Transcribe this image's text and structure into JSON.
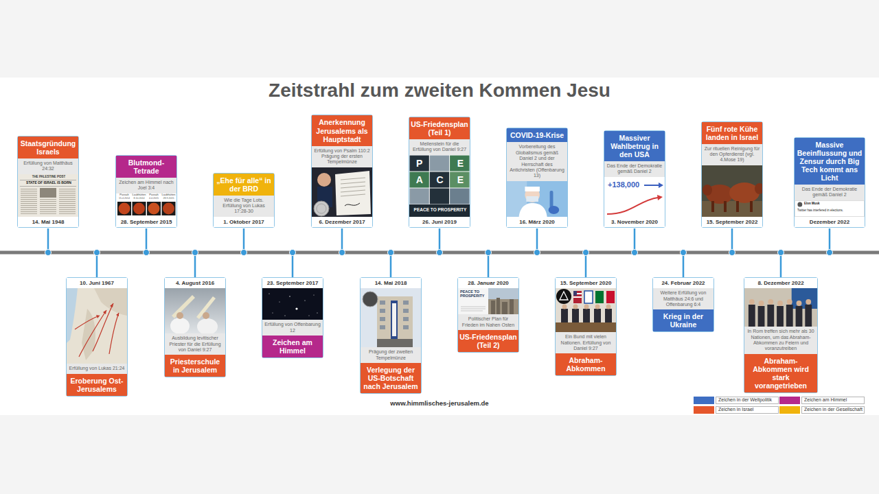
{
  "diagram": {
    "title": "Zeitstrahl zum zweiten Kommen Jesu",
    "nodes": [
      {
        "text": [
          "Erfüllung von Matthäus 24:32",
          "14. Mai 1948"
        ]
      },
      {
        "text": [
          "Staatsgründung Israels"
        ],
        "in": 0
      },
      {
        "text": [
          "10. Juni 1967",
          "Erfüllung von Lukas 21:24"
        ]
      },
      {
        "text": [
          "Eroberung Ost-Jerusalems"
        ],
        "in": 2
      },
      {
        "text": [
          "Zeichen am Himmel nach Joel 3:4",
          "28. September 2015"
        ]
      },
      {
        "text": [
          "Blutmond-Tetrade"
        ],
        "in": 4
      },
      {
        "text": [
          "4. August 2016",
          "Ausbildung levitischer Priester für die Erfüllung von Daniel 9:27"
        ]
      },
      {
        "text": [
          "Priesterschule in Jerusalem"
        ],
        "in": 6
      },
      {
        "text": [
          "Wie die Tage Lots. Erfüllung von Lukas 17:28-30",
          "1. Oktober 2017"
        ]
      },
      {
        "text": [
          "„Ehe für alle“ in der BRD"
        ],
        "in": 8
      },
      {
        "text": [
          "23. September 2017",
          "Erfüllung von Offenbarung 12"
        ]
      },
      {
        "text": [
          "Zeichen am Himmel"
        ],
        "in": 10
      },
      {
        "text": [
          "Erfüllung von Psalm 110:2 Prägung der ersten Tempelmünze",
          "6. Dezember 2017"
        ]
      },
      {
        "text": [
          "Anerkennung Jerusalems als Hauptstadt"
        ],
        "in": 12
      },
      {
        "text": [
          "14. Mai 2018",
          "Prägung der zweiten Tempelmünze"
        ]
      },
      {
        "text": [
          "Verlegung der US-Botschaft nach Jerusalem"
        ],
        "in": 14
      },
      {
        "text": [
          "Meilenstein für die Erfüllung von Daniel 9:27",
          "26. Juni 2019"
        ]
      },
      {
        "text": [
          "US-Friedensplan (Teil 1)"
        ],
        "in": 16
      },
      {
        "text": [
          "28. Januar 2020",
          "Politischer Plan für Frieden im Nahen Osten"
        ]
      },
      {
        "text": [
          "US-Friedensplan (Teil 2)"
        ],
        "in": 18
      },
      {
        "text": [
          "Vorbereitung des Globalismus gemäß Daniel 2 und der Herrschaft des Antichristen (Offenbarung 13)",
          "16. März 2020"
        ]
      },
      {
        "text": [
          "COVID-19-Krise"
        ],
        "in": 20
      },
      {
        "text": [
          "15. September 2020",
          "Ein Bund mit vielen Nationen. Erfüllung von Daniel 9:27"
        ]
      },
      {
        "text": [
          "Abraham-Abkommen"
        ],
        "in": 22
      },
      {
        "text": [
          "Das Ende der Demokratie gemäß Daniel 2",
          "3. November 2020"
        ]
      },
      {
        "text": [
          "Massiver Wahlbetrug in den USA"
        ],
        "in": 24
      },
      {
        "text": [
          "24. Februar 2022",
          "Weitere Erfüllung von Matthäus 24:6 und Offenbarung 6:4"
        ]
      },
      {
        "text": [
          "Krieg in der Ukraine"
        ],
        "in": 26
      },
      {
        "text": [
          "Zur rituellen Reinigung für den Opferdienst (vgl. 4.Mose 19)",
          "15. September 2022"
        ]
      },
      {
        "text": [
          "Fünf rote Kühe landen in Israel"
        ],
        "in": 28
      },
      {
        "text": [
          "8. Dezember 2022",
          "In Rom treffen sich mehr als 30 Nationen, um das Abraham-Abkommen zu Feiern und voranzutreiben"
        ]
      },
      {
        "text": [
          "Abraham-Abkommen wird stark vorangetrieben"
        ],
        "in": 30
      },
      {
        "text": [
          "Das Ende der Demokratie gemäß Daniel 2",
          "Dezember 2022"
        ]
      },
      {
        "text": [
          "Massive Beeinflussung und Zensur durch Big Tech kommt ans Licht"
        ],
        "in": 32
      }
    ],
    "labels": [
      "THE PALESTINE POST",
      "STATE OF ISRAEL IS BORN",
      "Passah",
      "Laubhütten",
      "Passah",
      "Laubhütten",
      "15.4.2014",
      "8.10.2014",
      "4.4.2015",
      "28.9.2015",
      "P",
      "E",
      "A",
      "C",
      "E",
      "PEACE TO PROSPERITY",
      "PEACE TO PROSPERITY",
      "+138,000",
      "Elon Musk",
      "Twitter has interfered in elections.",
      "www.himmlisches-jerusalem.de"
    ],
    "legend": [
      {
        "text": "Zeichen in der Weltpolitik",
        "color": "#3e6ec2"
      },
      {
        "text": "Zeichen am Himmel",
        "color": "#b5288b"
      },
      {
        "text": "Zeichen in Israel",
        "color": "#e5562b"
      },
      {
        "text": "Zeichen in der Gesellschaft",
        "color": "#f0b30c"
      }
    ]
  }
}
